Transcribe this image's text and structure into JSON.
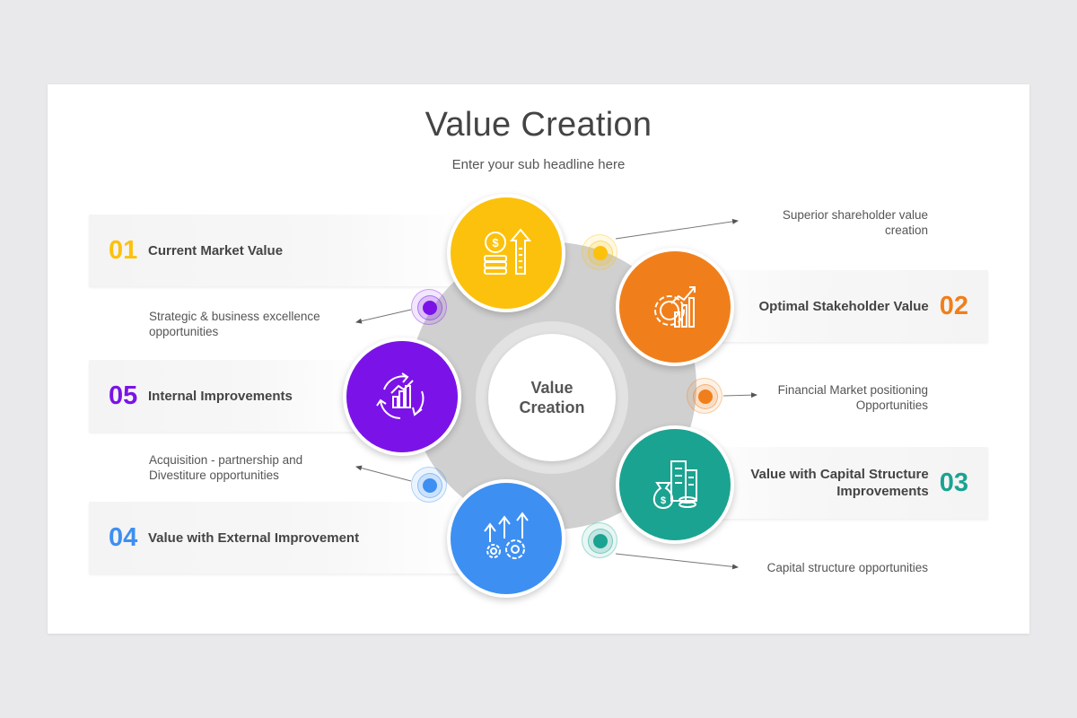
{
  "title": "Value Creation",
  "subtitle": "Enter your sub headline here",
  "center": {
    "line1": "Value",
    "line2": "Creation"
  },
  "items": [
    {
      "num": "01",
      "label": "Current Market Value",
      "color": "#fcc10c",
      "icon": "money-growth-icon"
    },
    {
      "num": "02",
      "label": "Optimal Stakeholder Value",
      "color": "#f07f1b",
      "icon": "gear-chart-icon"
    },
    {
      "num": "03",
      "label_line1": "Value with Capital Structure",
      "label_line2": "Improvements",
      "color": "#1aa391",
      "icon": "money-bag-buildings-icon"
    },
    {
      "num": "04",
      "label": "Value with External Improvement",
      "color": "#3d8ff2",
      "icon": "gears-arrows-icon"
    },
    {
      "num": "05",
      "label": "Internal Improvements",
      "color": "#7b13e8",
      "icon": "cycle-chart-icon"
    }
  ],
  "notes": {
    "shareholder": {
      "line1": "Superior shareholder value",
      "line2": "creation"
    },
    "financial": {
      "line1": "Financial Market positioning",
      "line2": "Opportunities"
    },
    "capital": {
      "line1": "Capital structure opportunities"
    },
    "strategic": {
      "line1": "Strategic & business excellence",
      "line2": "opportunities"
    },
    "acquisition": {
      "line1": "Acquisition - partnership and",
      "line2": "Divestiture opportunities"
    }
  }
}
